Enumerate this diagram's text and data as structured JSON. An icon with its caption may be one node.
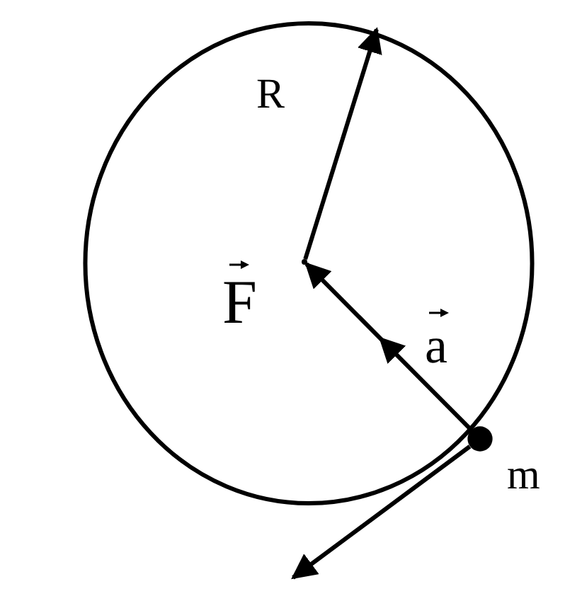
{
  "diagram": {
    "nodes": [
      {
        "text": [],
        "shape": "circle"
      },
      {
        "text": [],
        "shape": "dot",
        "in": 0
      },
      {
        "text": [],
        "shape": "circle",
        "beside": [
          "m"
        ]
      }
    ],
    "edges": [
      {
        "from": 1,
        "to": 0,
        "arrow": "to"
      },
      {
        "from": 2,
        "to": 1,
        "arrow": "to"
      },
      {
        "from": 2,
        "to": null,
        "arrow": "to"
      }
    ],
    "labels": [
      "R",
      "F",
      "a"
    ]
  }
}
